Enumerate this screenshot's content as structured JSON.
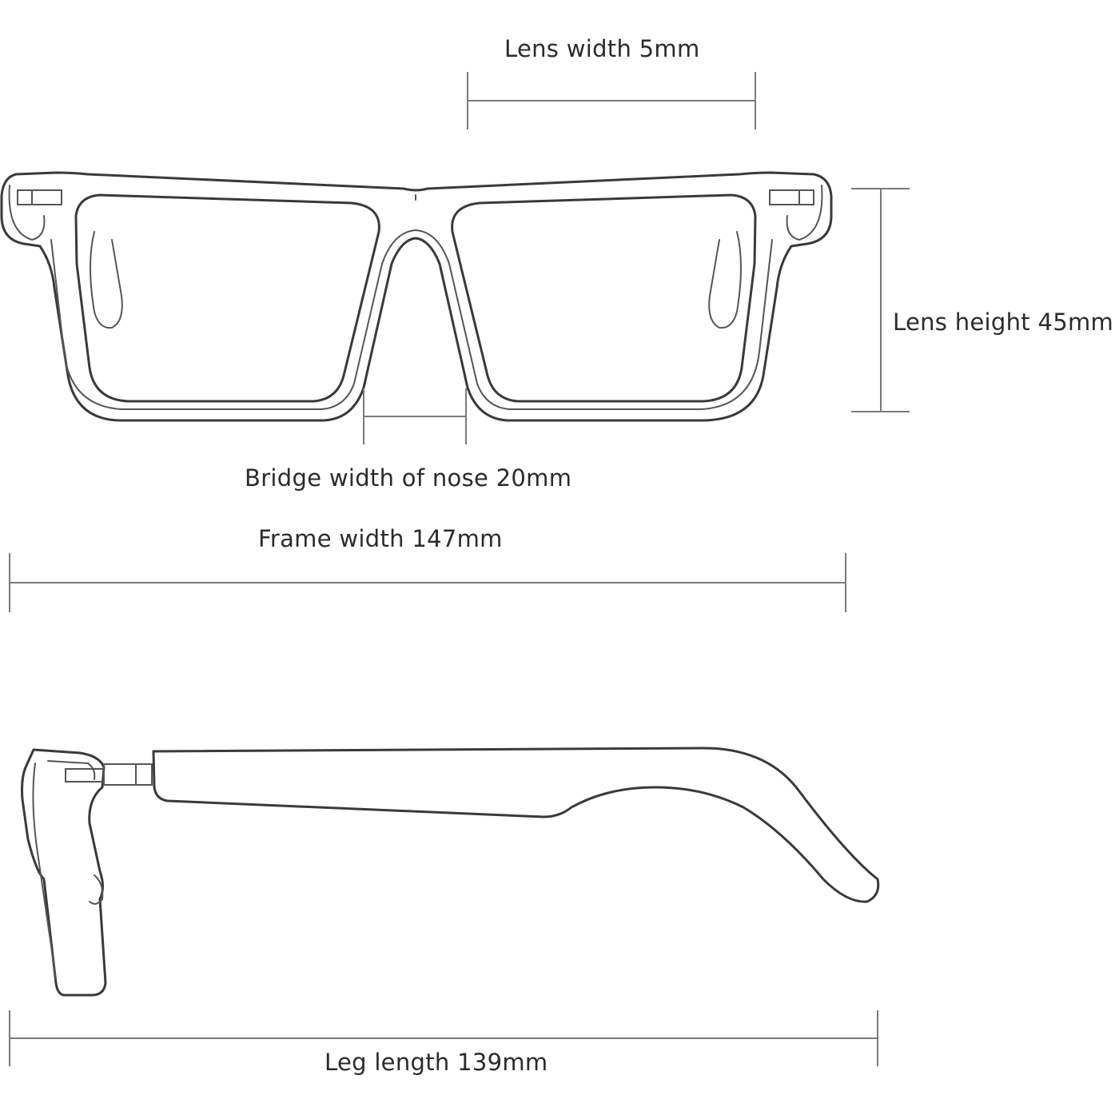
{
  "measurements": {
    "lens_width": "Lens width 5mm",
    "lens_height": "Lens height 45mm",
    "bridge_width": "Bridge width of nose 20mm",
    "frame_width": "Frame width 147mm",
    "leg_length": "Leg length 139mm"
  },
  "colors": {
    "line": "#3a3a3a",
    "dimension_line": "#7a7a7a",
    "text": "#2b2b2b",
    "background": "#ffffff"
  }
}
